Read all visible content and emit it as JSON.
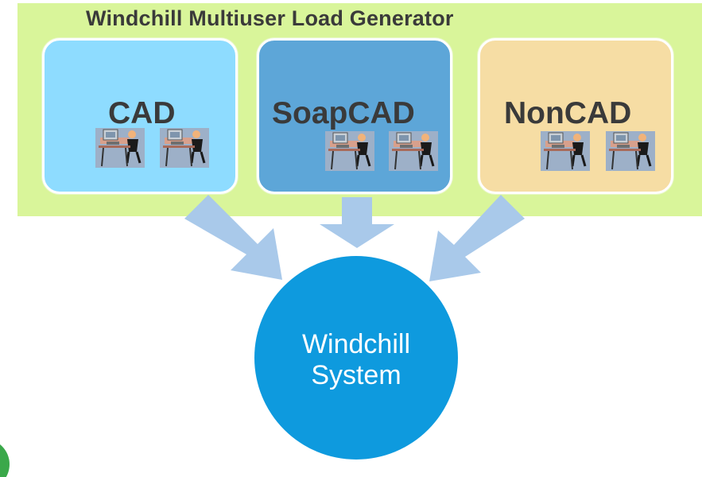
{
  "title": "Windchill Multiuser Load Generator",
  "clients": [
    {
      "label": "CAD",
      "icon": "computer-user-icon"
    },
    {
      "label": "SoapCAD",
      "icon": "computer-user-icon"
    },
    {
      "label": "NonCAD",
      "icon": "computer-user-icon"
    }
  ],
  "system": {
    "line1": "Windchill",
    "line2": "System"
  },
  "colors": {
    "generator_bg": "#d9f59a",
    "cad": "#8edcff",
    "soapcad": "#5da6d8",
    "noncad": "#f6dda4",
    "system": "#0e9ade",
    "arrow": "#a9c9ea"
  }
}
